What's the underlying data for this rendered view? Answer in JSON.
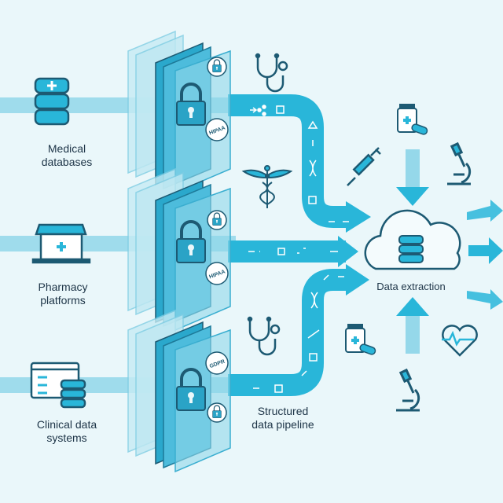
{
  "sources": [
    {
      "label_line1": "Medical",
      "label_line2": "databases",
      "icon": "database-icon",
      "badge_top": "lock-icon",
      "badge_bottom": "HIPAA"
    },
    {
      "label_line1": "Pharmacy",
      "label_line2": "platforms",
      "icon": "storefront-laptop-icon",
      "badge_top": "lock-icon",
      "badge_bottom": "HIPAA"
    },
    {
      "label_line1": "Clinical data",
      "label_line2": "systems",
      "icon": "clinical-dashboard-icon",
      "badge_top": "GDPR",
      "badge_bottom": "lock-icon"
    }
  ],
  "pipeline": {
    "label_line1": "Structured",
    "label_line2": "data pipeline"
  },
  "hub": {
    "label": "Data extraction",
    "icon": "cloud-database-icon"
  },
  "colors": {
    "background": "#eaf7fa",
    "pipe": "#29b6d9",
    "dark": "#1d5a73",
    "panel": "#5cc3de"
  }
}
